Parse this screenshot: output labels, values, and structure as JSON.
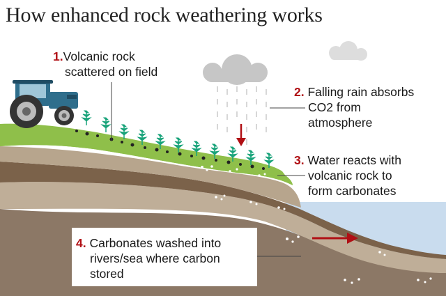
{
  "title": "How enhanced rock weathering works",
  "steps": [
    {
      "num": "1.",
      "lines": [
        "Volcanic rock",
        "scattered on field"
      ]
    },
    {
      "num": "2.",
      "lines": [
        "Falling rain absorbs",
        "CO2 from",
        "atmosphere"
      ]
    },
    {
      "num": "3.",
      "lines": [
        "Water reacts with",
        "volcanic rock to",
        "form carbonates"
      ]
    },
    {
      "num": "4.",
      "lines": [
        "Carbonates washed into",
        "rivers/sea where carbon",
        "stored"
      ]
    }
  ],
  "colors": {
    "number": "#b00f14",
    "arrow": "#b00f14",
    "grass": "#8fbf4a",
    "soil_top": "#b7a58d",
    "soil_mid": "#7b624a",
    "soil_deep": "#8c7866",
    "water": "#c9dcee",
    "tractor": "#2f6e8c",
    "cloud": "#c6c6c6",
    "plant": "#19a37a"
  },
  "icons": [
    "tractor-icon",
    "cloud-icon",
    "rain-icon",
    "plant-icon",
    "down-arrow-icon",
    "right-arrow-icon"
  ]
}
